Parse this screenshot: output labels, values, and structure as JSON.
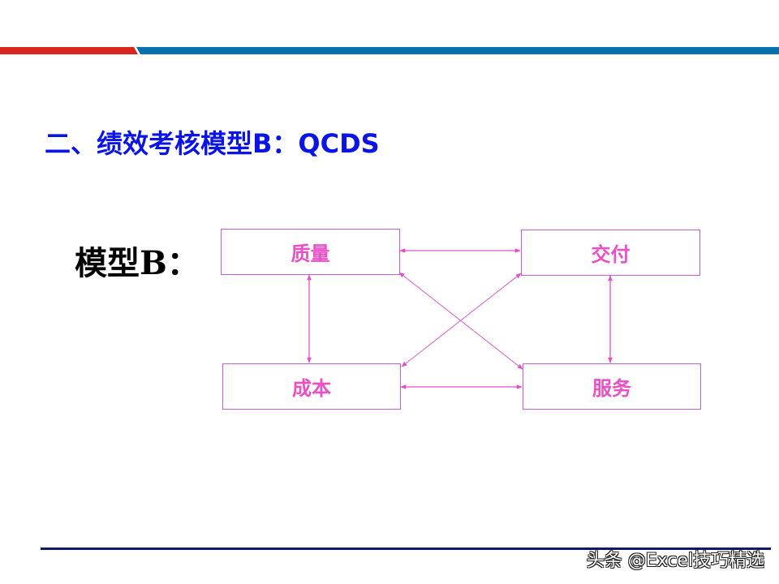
{
  "slide": {
    "title": "二、绩效考核模型B：QCDS",
    "model_label": "模型B：",
    "colors": {
      "title": "#0a14e6",
      "node_text": "#ea4fc6",
      "node_border": "#c35fd0",
      "arrow": "#e250c8",
      "top_bar_left": "#d8251d",
      "top_bar_right": "#0a6fae",
      "bottom_rule": "#0b1a6b"
    }
  },
  "diagram": {
    "nodes": [
      {
        "id": "quality",
        "label": "质量"
      },
      {
        "id": "delivery",
        "label": "交付"
      },
      {
        "id": "cost",
        "label": "成本"
      },
      {
        "id": "service",
        "label": "服务"
      }
    ],
    "edges": [
      {
        "from": "质量",
        "to": "交付",
        "type": "bidirectional"
      },
      {
        "from": "质量",
        "to": "成本",
        "type": "bidirectional"
      },
      {
        "from": "交付",
        "to": "服务",
        "type": "bidirectional"
      },
      {
        "from": "成本",
        "to": "服务",
        "type": "bidirectional"
      },
      {
        "from": "质量",
        "to": "服务",
        "type": "bidirectional"
      },
      {
        "from": "交付",
        "to": "成本",
        "type": "bidirectional"
      }
    ]
  },
  "watermark": {
    "text": "头条 @Excel技巧精选"
  }
}
